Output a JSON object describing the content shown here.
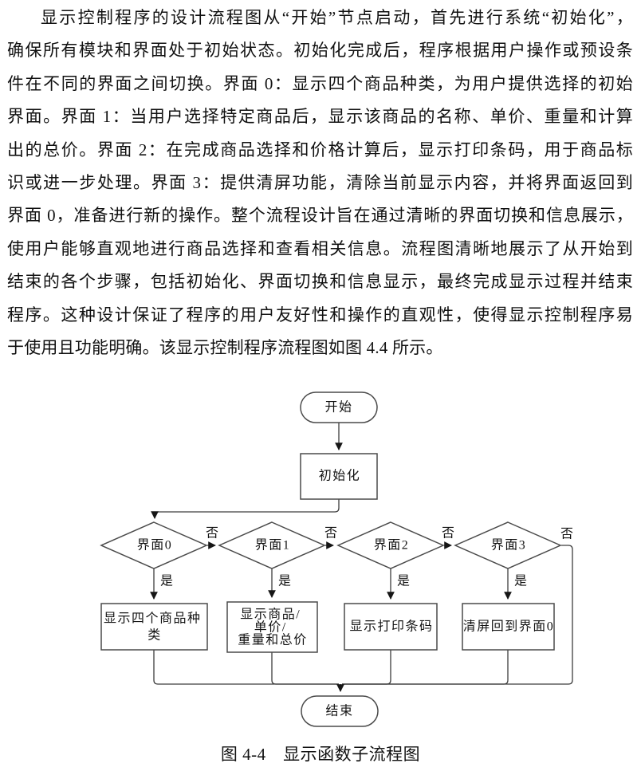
{
  "paragraph": {
    "lines": [
      "显示控制程序的设计流程图从“开始”节点启动，首先进行系统“初始化”，",
      "确保所有模块和界面处于初始状态。初始化完成后，程序根据用户操作或预设条",
      "件在不同的界面之间切换。界面 0：显示四个商品种类，为用户提供选择的初始",
      "界面。界面 1：当用户选择特定商品后，显示该商品的名称、单价、重量和计算",
      "出的总价。界面 2：在完成商品选择和价格计算后，显示打印条码，用于商品标",
      "识或进一步处理。界面 3：提供清屏功能，清除当前显示内容，并将界面返回到",
      "界面 0，准备进行新的操作。整个流程设计旨在通过清晰的界面切换和信息展示，",
      "使用户能够直观地进行商品选择和查看相关信息。流程图清晰地展示了从开始到",
      "结束的各个步骤，包括初始化、界面切换和信息显示，最终完成显示过程并结束",
      "程序。这种设计保证了程序的用户友好性和操作的直观性，使得显示控制程序易",
      "于使用且功能明确。该显示控制程序流程图如图 4.4 所示。"
    ]
  },
  "flowchart": {
    "stroke_color": "#4a4a4a",
    "nodes": {
      "start": {
        "label": "开始"
      },
      "init": {
        "label": "初始化"
      },
      "decision0": {
        "label": "界面0"
      },
      "decision1": {
        "label": "界面1"
      },
      "decision2": {
        "label": "界面2"
      },
      "decision3": {
        "label": "界面3"
      },
      "action0": {
        "line1": "显示四个商品种",
        "line2": "类"
      },
      "action1": {
        "line1": "显示商品/",
        "line2": "单价/",
        "line3": "重量和总价"
      },
      "action2": {
        "label": "显示打印条码"
      },
      "action3": {
        "label": "清屏回到界面0"
      },
      "end": {
        "label": "结束"
      }
    },
    "branch_labels": {
      "yes": "是",
      "no": "否"
    }
  },
  "caption": {
    "text": "图 4-4　显示函数子流程图"
  }
}
